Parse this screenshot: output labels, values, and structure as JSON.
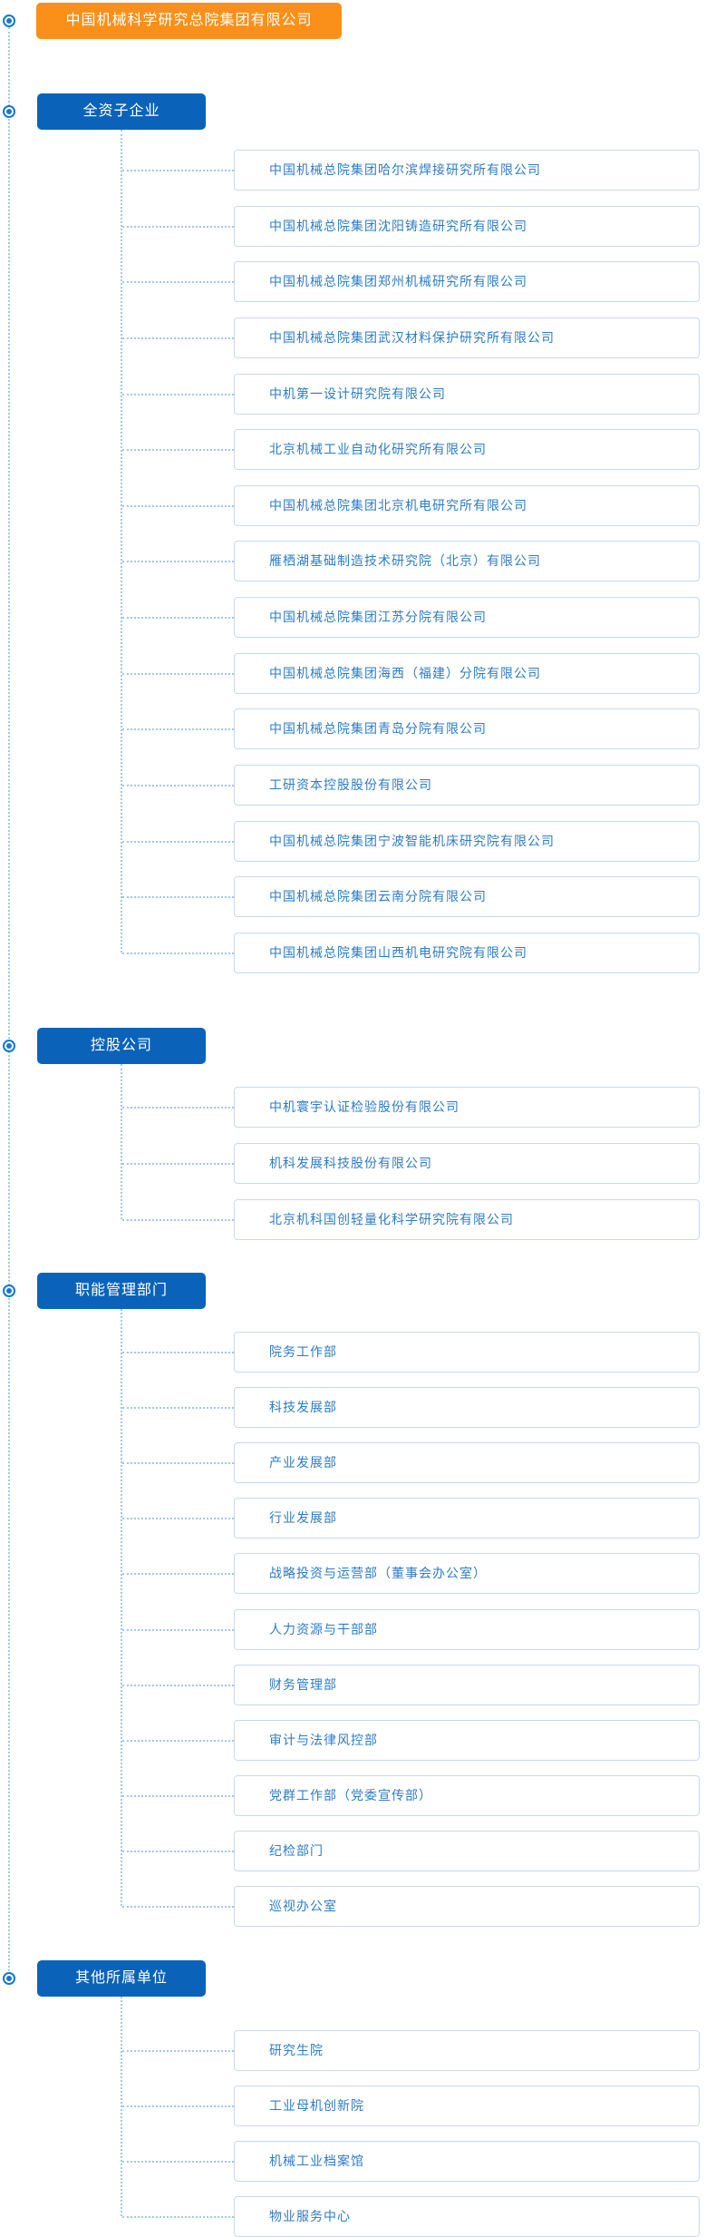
{
  "root": {
    "label": "中国机械科学研究总院集团有限公司"
  },
  "icons": {
    "node_bullet": "radio-bullet"
  },
  "colors": {
    "root_bg": "#fa9019",
    "section_bg": "#0a63b8",
    "item_text": "#2e7cc4",
    "item_border": "#c9d9ea",
    "connector": "#a5c6e5",
    "icon_blue": "#1677d2",
    "node_text": "#ffffff",
    "background": "#ffffff"
  },
  "sections": [
    {
      "label": "全资子企业",
      "items": [
        "中国机械总院集团哈尔滨焊接研究所有限公司",
        "中国机械总院集团沈阳铸造研究所有限公司",
        "中国机械总院集团郑州机械研究所有限公司",
        "中国机械总院集团武汉材料保护研究所有限公司",
        "中机第一设计研究院有限公司",
        "北京机械工业自动化研究所有限公司",
        "中国机械总院集团北京机电研究所有限公司",
        "雁栖湖基础制造技术研究院（北京）有限公司",
        "中国机械总院集团江苏分院有限公司",
        "中国机械总院集团海西（福建）分院有限公司",
        "中国机械总院集团青岛分院有限公司",
        "工研资本控股股份有限公司",
        "中国机械总院集团宁波智能机床研究院有限公司",
        "中国机械总院集团云南分院有限公司",
        "中国机械总院集团山西机电研究院有限公司"
      ]
    },
    {
      "label": "控股公司",
      "items": [
        "中机寰宇认证检验股份有限公司",
        "机科发展科技股份有限公司",
        "北京机科国创轻量化科学研究院有限公司"
      ]
    },
    {
      "label": "职能管理部门",
      "items": [
        "院务工作部",
        "科技发展部",
        "产业发展部",
        "行业发展部",
        "战略投资与运营部（董事会办公室）",
        "人力资源与干部部",
        "财务管理部",
        "审计与法律风控部",
        "党群工作部（党委宣传部）",
        "纪检部门",
        "巡视办公室"
      ]
    },
    {
      "label": "其他所属单位",
      "items": [
        "研究生院",
        "工业母机创新院",
        "机械工业档案馆",
        "物业服务中心"
      ]
    }
  ]
}
